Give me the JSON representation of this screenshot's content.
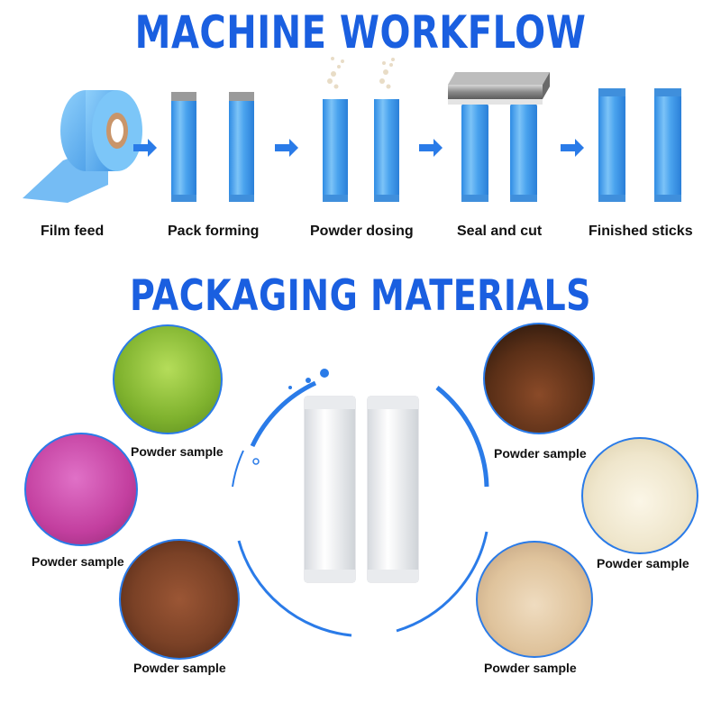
{
  "workflow": {
    "title": "MACHINE WORKFLOW",
    "steps": [
      {
        "label": "Film feed"
      },
      {
        "label": "Pack forming"
      },
      {
        "label": "Powder dosing"
      },
      {
        "label": "Seal and cut"
      },
      {
        "label": "Finished sticks"
      }
    ]
  },
  "materials": {
    "title": "PACKAGING MATERIALS",
    "samples": [
      {
        "label": "Powder sample",
        "color": "#8fc43a"
      },
      {
        "label": "Powder sample",
        "color": "#c33f9f"
      },
      {
        "label": "Powder sample",
        "color": "#7a4126"
      },
      {
        "label": "Powder sample",
        "color": "#6b3a1f"
      },
      {
        "label": "Powder sample",
        "color": "#f3ecd8"
      },
      {
        "label": "Powder sample",
        "color": "#e3c9a4"
      }
    ]
  },
  "colors": {
    "accent": "#1a5fe0",
    "stick_blue": "#4aa3ee"
  }
}
